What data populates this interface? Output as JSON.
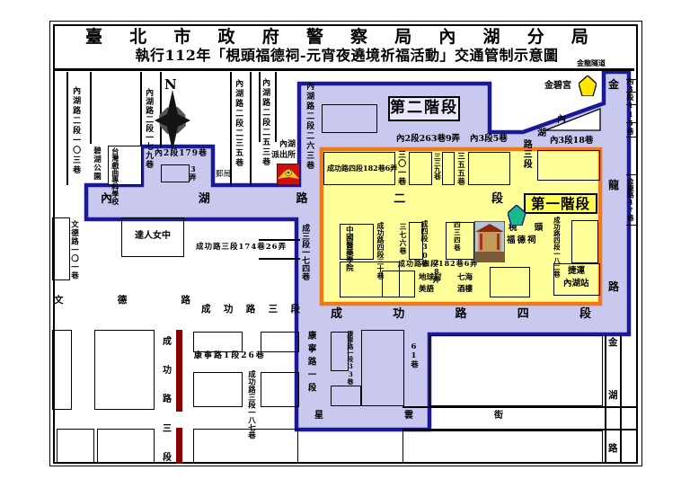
{
  "title": {
    "line1": "臺北市政府警察局內湖分局",
    "line2": "執行112年「梘頭福德祠-元宵夜遶境祈福活動」交通管制示意圖"
  },
  "phases": {
    "p1": "第一階段",
    "p2": "第二階段"
  },
  "compass": {
    "north": "N"
  },
  "roads": {
    "neihu2": "內湖路二段",
    "chenggong4": "成功路四段",
    "chenggong3": "成功路三段",
    "chenggong3v": "成功路三段",
    "wende": "文德路",
    "xingyun": "星雲街",
    "jinlong": "金龍路",
    "jinhu": "金湖路",
    "kangning1": "康寧路一段",
    "neihu3_a": "內",
    "neihu3_b": "湖",
    "neihu3_c": "路三段"
  },
  "landmarks": {
    "tunnel": "金龍隧道",
    "jinbi": "金碧宮",
    "park": "碧湖公園",
    "school": "台灣戲曲專科學校",
    "police1": "內湖",
    "police2": "派出所",
    "post": "郵局",
    "daren": "達人女中",
    "hospital": "中國醫藥學院",
    "temple1": "梘 頭",
    "temple2": "福德祠",
    "mrt1": "捷運",
    "mrt2": "內湖站",
    "diqiucun": "地球村",
    "meiyu": "美語",
    "qihai": "七海",
    "jiulou": "酒樓"
  },
  "lanes": {
    "nh2_103": "內湖路二段一〇三巷",
    "nh2_179": "內湖路二段一七九巷",
    "nh2_235": "內湖路二段二三五巷",
    "nh2_253": "內湖路二段二五三巷",
    "nh2_263": "內湖路二段二六三巷",
    "n2_179": "內2段179巷",
    "nong3": "3弄",
    "n2_263_9": "內2段263巷9弄",
    "n3_5": "內3段5巷",
    "n3_18": "內3段18巷",
    "l301": "三〇一巷",
    "l339": "三三九巷",
    "l355": "三五五巷",
    "cg4_182_6a": "成功路四段182巷6弄",
    "cg4_182_6b": "成功路四段182巷6弄",
    "cg4_30": "成功路四段三十巷",
    "l376": "三七六巷",
    "cg4_30_28": "成四段30巷",
    "nong28": "28弄",
    "l434": "四三四巷",
    "cg4_182": "成功路四段一八二巷",
    "cg3_174": "成三段一七四巷",
    "wd_101": "文德路一〇一巷",
    "cg3_174_26": "成功路三段174巷26弄",
    "kn1_26": "康寧路1段26巷",
    "cg3_187": "成功路三段一八七巷",
    "kn1_33": "康寧路一段33巷",
    "l61": "61巷",
    "n3_115": "內3段115巷",
    "jl_47": "金龍路47巷"
  },
  "colors": {
    "route_fill": "#c9c9f0",
    "route_border": "#1a1a99",
    "zone_fill": "#ffff99",
    "zone_border": "#f07818",
    "closure_bar": "#8b0000",
    "badge_red": "#cc1111",
    "marker_green": "#19b98d",
    "marker_yellow": "#ffe800"
  }
}
